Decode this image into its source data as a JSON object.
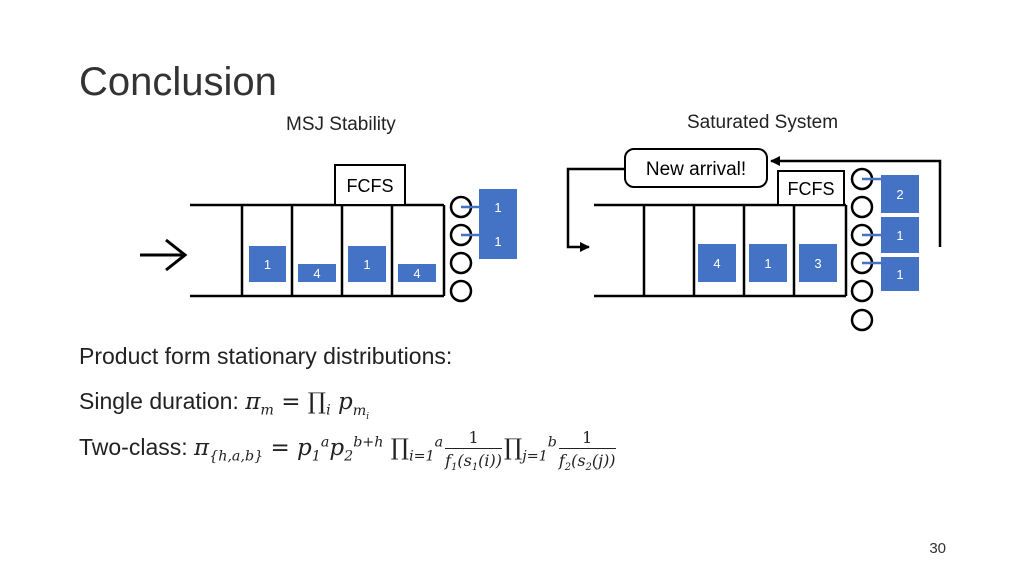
{
  "slide": {
    "title": "Conclusion",
    "page_number": "30"
  },
  "left_diagram": {
    "caption": "MSJ Stability",
    "scheduler_label": "FCFS",
    "queue_jobs": [
      "1",
      "4",
      "1",
      "4"
    ],
    "server_jobs": [
      "1",
      "1"
    ]
  },
  "right_diagram": {
    "caption": "Saturated System",
    "arrival_label": "New arrival!",
    "scheduler_label": "FCFS",
    "queue_jobs": [
      "4",
      "1",
      "3"
    ],
    "server_jobs": [
      "2",
      "1",
      "1"
    ]
  },
  "text": {
    "heading": "Product form stationary distributions:",
    "single_label": "Single duration: ",
    "two_class_label": "Two-class: "
  },
  "colors": {
    "job_fill": "#4472c4",
    "line": "#000000"
  }
}
